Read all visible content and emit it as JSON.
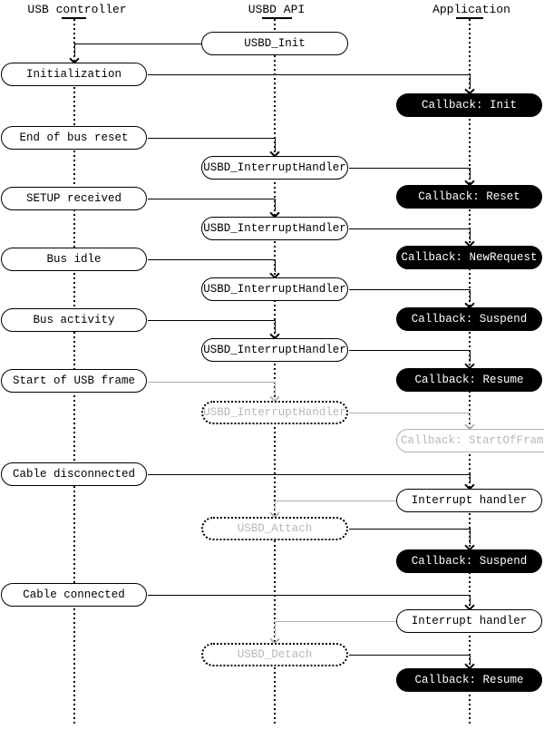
{
  "columns": {
    "left": "USB controller",
    "center": "USBD API",
    "right": "Application"
  },
  "labels": {
    "usbd_init": "USBD_Init",
    "initialization": "Initialization",
    "callback_init": "Callback: Init",
    "end_of_bus_reset": "End of bus reset",
    "usbd_interrupt_handler": "USBD_InterruptHandler",
    "callback_reset": "Callback: Reset",
    "setup_received": "SETUP received",
    "callback_newrequest": "Callback: NewRequest",
    "bus_idle": "Bus idle",
    "callback_suspend": "Callback: Suspend",
    "bus_activity": "Bus activity",
    "callback_resume": "Callback: Resume",
    "start_of_usb_frame": "Start of USB frame",
    "callback_startofframe": "Callback: StartOfFrame",
    "cable_disconnected": "Cable disconnected",
    "interrupt_handler": "Interrupt handler",
    "usbd_attach": "USBD_Attach",
    "cable_connected": "Cable connected",
    "usbd_detach": "USBD_Detach"
  },
  "colors": {
    "foreground": "#000000",
    "background": "#ffffff",
    "inactive_gray": "#b0b0b0",
    "callback_bg": "#000000",
    "callback_text": "#ffffff"
  }
}
